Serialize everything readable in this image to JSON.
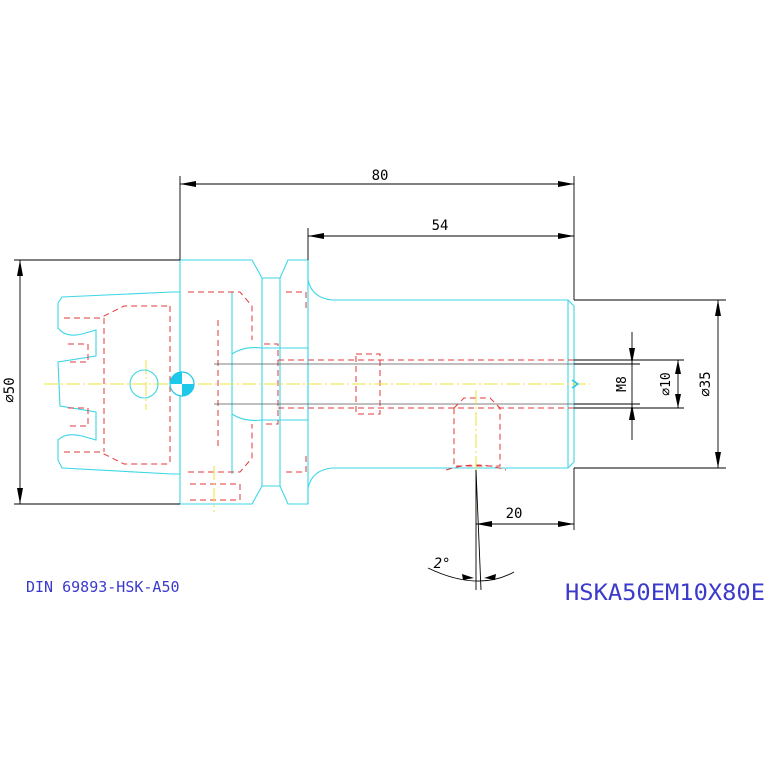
{
  "dimensions": {
    "overall_length": "80",
    "bore_depth": "54",
    "flange_diameter": "⌀50",
    "thread": "M8",
    "bore_diameter": "⌀10",
    "body_diameter": "⌀35",
    "screw_offset": "20",
    "angle": "2°"
  },
  "labels": {
    "standard": "DIN 69893-HSK-A50",
    "part_number": "HSKA50EM10X80E"
  },
  "colors": {
    "outline": "#3bd6e6",
    "hidden_lines": "#e23a3a",
    "center_lines": "#f2e33a",
    "dimensions": "#000000",
    "labels": "#3a3acb",
    "center_mark": "#1ec8e8"
  }
}
